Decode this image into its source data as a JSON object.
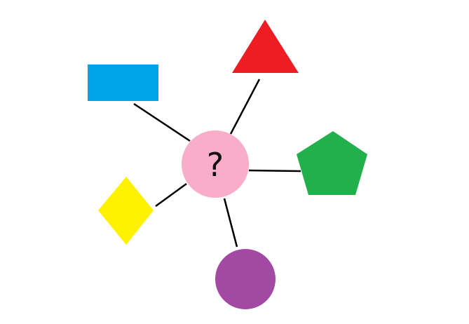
{
  "diagram": {
    "center": {
      "label": "?",
      "fill": "#f8aec9",
      "text_color": "#111111"
    },
    "connector_color": "#000000",
    "nodes": [
      {
        "id": "rectangle",
        "shape": "rectangle",
        "fill": "#00a3e6"
      },
      {
        "id": "triangle",
        "shape": "triangle",
        "fill": "#ee1d24"
      },
      {
        "id": "pentagon",
        "shape": "pentagon",
        "fill": "#21b04b"
      },
      {
        "id": "diamond",
        "shape": "diamond",
        "fill": "#fff200"
      },
      {
        "id": "circle",
        "shape": "circle",
        "fill": "#a349a4"
      }
    ]
  }
}
